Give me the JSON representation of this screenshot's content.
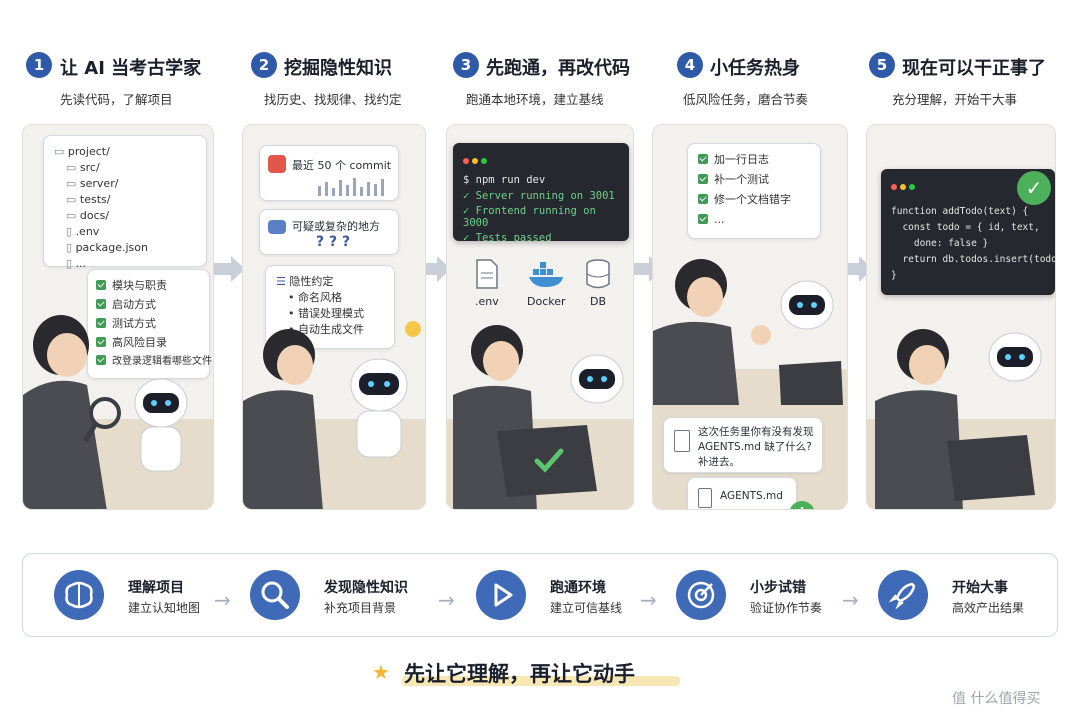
{
  "steps": [
    {
      "num": "1",
      "title": "让 AI 当考古学家",
      "subtitle": "先读代码，了解项目"
    },
    {
      "num": "2",
      "title": "挖掘隐性知识",
      "subtitle": "找历史、找规律、找约定"
    },
    {
      "num": "3",
      "title": "先跑通，再改代码",
      "subtitle": "跑通本地环境，建立基线"
    },
    {
      "num": "4",
      "title": "小任务热身",
      "subtitle": "低风险任务，磨合节奏"
    },
    {
      "num": "5",
      "title": "现在可以干正事了",
      "subtitle": "充分理解，开始干大事"
    }
  ],
  "panel1": {
    "tree": [
      "project/",
      "src/",
      "server/",
      "tests/",
      "docs/",
      ".env",
      "package.json",
      "..."
    ],
    "checklist": [
      "模块与职责",
      "启动方式",
      "测试方式",
      "高风险目录",
      "改登录逻辑看哪些文件"
    ]
  },
  "panel2": {
    "commit_label": "最近 50 个 commit",
    "question_label": "可疑或复杂的地方",
    "question_marks": "? ? ?",
    "conventions_title": "隐性约定",
    "conventions": [
      "命名风格",
      "错误处理模式",
      "自动生成文件"
    ]
  },
  "panel3": {
    "command": "$ npm run dev",
    "output": [
      "Server running on 3001",
      "Frontend running on 3000",
      "Tests passed"
    ],
    "services": [
      ".env",
      "Docker",
      "DB"
    ]
  },
  "panel4": {
    "tasks": [
      "加一行日志",
      "补一个测试",
      "修一个文档错字",
      "..."
    ],
    "note": [
      "这次任务里你有没有发现",
      "AGENTS.md 缺了什么?",
      "补进去。"
    ],
    "file_label": "AGENTS.md"
  },
  "panel5": {
    "code": [
      "function addTodo(text) {",
      "  const todo = { id, text,",
      "    done: false }",
      "  return db.todos.insert(todo)",
      "}"
    ]
  },
  "summary": [
    {
      "title": "理解项目",
      "subtitle": "建立认知地图",
      "icon": "brain-icon"
    },
    {
      "title": "发现隐性知识",
      "subtitle": "补充项目背景",
      "icon": "magnifier-icon"
    },
    {
      "title": "跑通环境",
      "subtitle": "建立可信基线",
      "icon": "play-icon"
    },
    {
      "title": "小步试错",
      "subtitle": "验证协作节奏",
      "icon": "target-icon"
    },
    {
      "title": "开始大事",
      "subtitle": "高效产出结果",
      "icon": "rocket-icon"
    }
  ],
  "tagline": "先让它理解，再让它动手",
  "watermark": "值 什么值得买",
  "colors": {
    "accent": "#2e5aa8",
    "check": "#3f9b55",
    "terminal": "#25282e",
    "star": "#f2b632"
  }
}
